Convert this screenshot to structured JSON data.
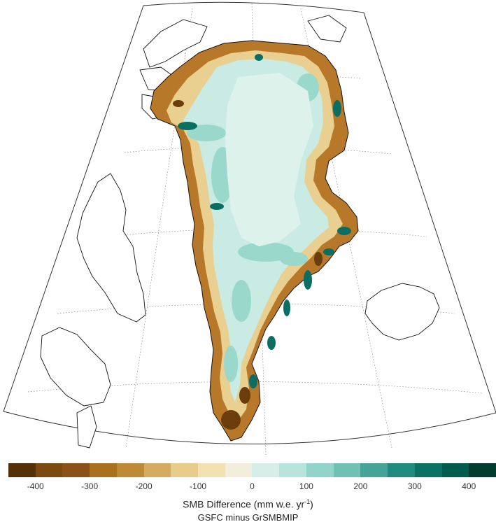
{
  "colorbar": {
    "title_main": "SMB Difference (mm w.e. yr",
    "title_exp": "-1",
    "title_close": ")",
    "colors": [
      "#543005",
      "#7a4a0f",
      "#8c5118",
      "#a8701f",
      "#bf8a37",
      "#d4ab60",
      "#e8cc8a",
      "#f3e1b1",
      "#f2eedb",
      "#d7eee8",
      "#b9e4dd",
      "#92d4c9",
      "#70c1b3",
      "#45a497",
      "#1f8b7f",
      "#0b7165",
      "#015b4f",
      "#003c30"
    ],
    "range": [
      -450,
      450
    ],
    "ticks": [
      -400,
      -300,
      -200,
      -100,
      0,
      100,
      200,
      300,
      400
    ]
  },
  "subtitle": "GSFC minus GrSMBMIP"
}
